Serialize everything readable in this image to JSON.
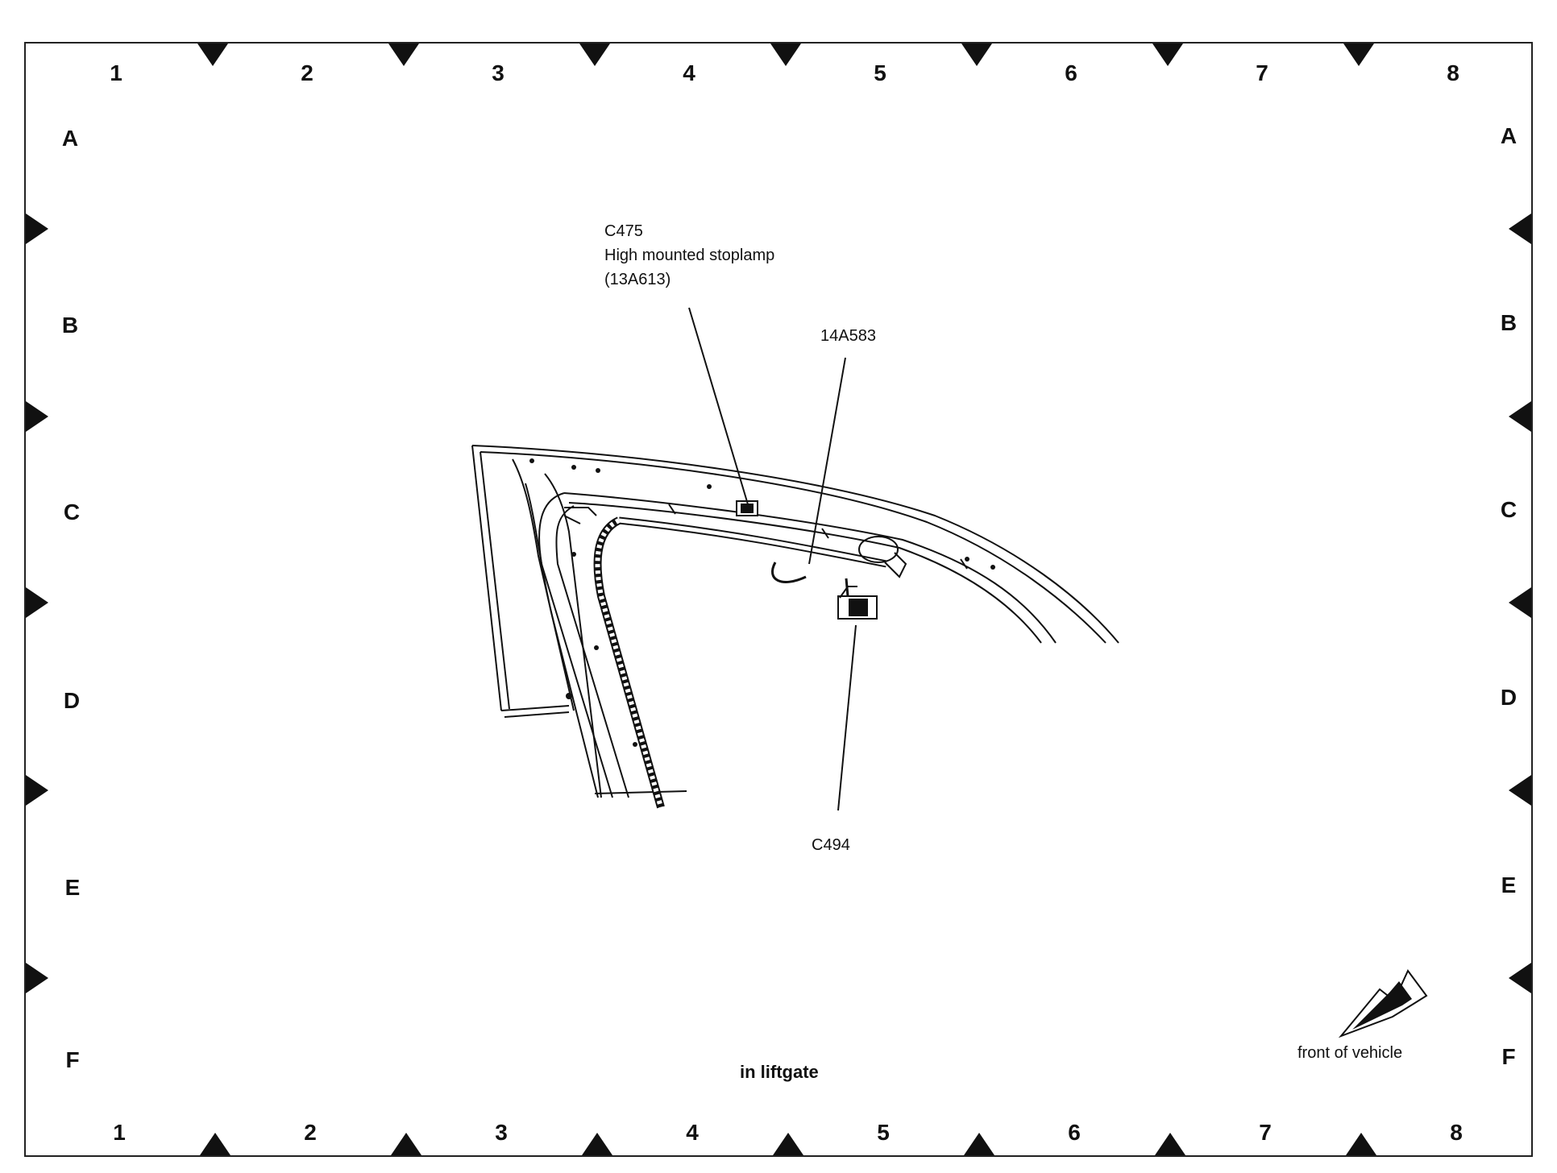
{
  "border": {
    "columns": [
      "1",
      "2",
      "3",
      "4",
      "5",
      "6",
      "7",
      "8"
    ],
    "rows": [
      "A",
      "B",
      "C",
      "D",
      "E",
      "F"
    ]
  },
  "callouts": {
    "c475": {
      "id": "C475",
      "name": "High mounted stoplamp",
      "part": "(13A613)"
    },
    "harness": "14A583",
    "c494": "C494"
  },
  "caption": "in liftgate",
  "orientation": {
    "label": "front of vehicle",
    "icon": "arrow-icon"
  },
  "colors": {
    "line": "#111111",
    "background": "#ffffff"
  }
}
